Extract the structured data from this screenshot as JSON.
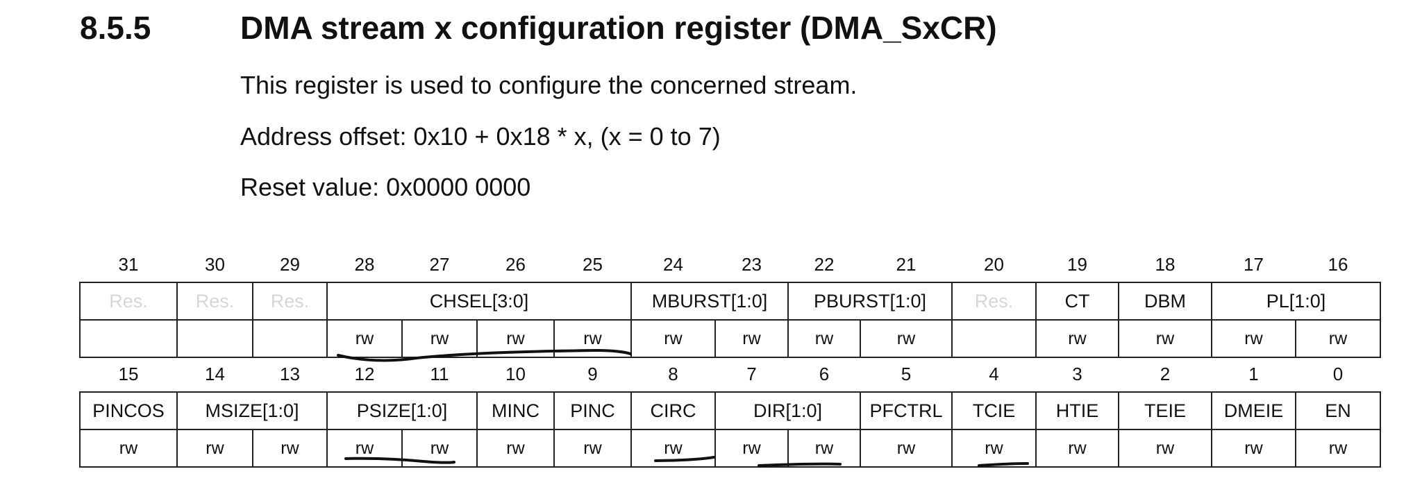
{
  "section": {
    "number": "8.5.5",
    "title": "DMA stream x configuration register (DMA_SxCR)"
  },
  "description": "This register is used to configure the concerned stream.",
  "address_offset": "Address offset: 0x10 + 0x18 * x, (x = 0 to 7)",
  "reset_value": "Reset value: 0x0000 0000",
  "upper": {
    "bits": [
      "31",
      "30",
      "29",
      "28",
      "27",
      "26",
      "25",
      "24",
      "23",
      "22",
      "21",
      "20",
      "19",
      "18",
      "17",
      "16"
    ],
    "fields": [
      "Res.",
      "Res.",
      "Res.",
      "CHSEL[3:0]",
      "MBURST[1:0]",
      "PBURST[1:0]",
      "Res.",
      "CT",
      "DBM",
      "PL[1:0]"
    ],
    "access": [
      "rw",
      "rw",
      "rw",
      "rw",
      "rw",
      "rw",
      "rw",
      "rw",
      "rw",
      "rw",
      "rw",
      "rw"
    ]
  },
  "lower": {
    "bits": [
      "15",
      "14",
      "13",
      "12",
      "11",
      "10",
      "9",
      "8",
      "7",
      "6",
      "5",
      "4",
      "3",
      "2",
      "1",
      "0"
    ],
    "fields": [
      "PINCOS",
      "MSIZE[1:0]",
      "PSIZE[1:0]",
      "MINC",
      "PINC",
      "CIRC",
      "DIR[1:0]",
      "PFCTRL",
      "TCIE",
      "HTIE",
      "TEIE",
      "DMEIE",
      "EN"
    ],
    "access": [
      "rw",
      "rw",
      "rw",
      "rw",
      "rw",
      "rw",
      "rw",
      "rw",
      "rw",
      "rw",
      "rw",
      "rw",
      "rw",
      "rw",
      "rw",
      "rw"
    ]
  },
  "colors": {
    "text": "#111111",
    "reserved_text": "#d6d6d6",
    "border": "#222222",
    "pen_marks": "#111111"
  }
}
